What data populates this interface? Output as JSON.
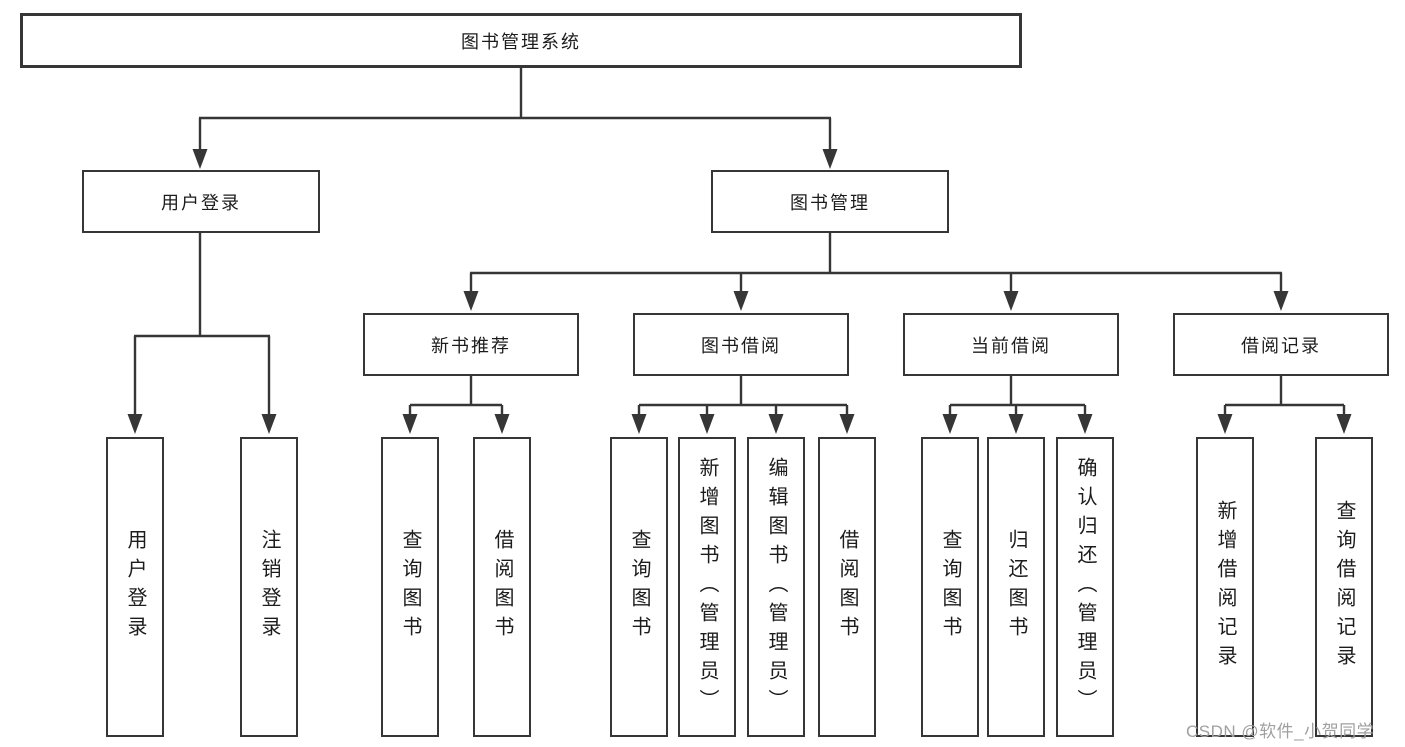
{
  "diagram": {
    "type": "hierarchy-tree",
    "tree": {
      "root": {
        "label": "图书管理系统"
      },
      "branches": [
        {
          "label": "用户登录",
          "children": [
            {
              "label": "用户登录"
            },
            {
              "label": "注销登录"
            }
          ]
        },
        {
          "label": "图书管理",
          "children": [
            {
              "label": "新书推荐",
              "children": [
                {
                  "label": "查询图书"
                },
                {
                  "label": "借阅图书"
                }
              ]
            },
            {
              "label": "图书借阅",
              "children": [
                {
                  "label": "查询图书"
                },
                {
                  "label": "新增图书（管理员）"
                },
                {
                  "label": "编辑图书（管理员）"
                },
                {
                  "label": "借阅图书"
                }
              ]
            },
            {
              "label": "当前借阅",
              "children": [
                {
                  "label": "查询图书"
                },
                {
                  "label": "归还图书"
                },
                {
                  "label": "确认归还（管理员）"
                }
              ]
            },
            {
              "label": "借阅记录",
              "children": [
                {
                  "label": "新增借阅记录"
                },
                {
                  "label": "查询借阅记录"
                }
              ]
            }
          ]
        }
      ]
    },
    "watermark": "CSDN @软件_小贺同学",
    "colors": {
      "line": "#363636",
      "box_border": "#363636",
      "text": "#1c1c1c",
      "watermark": "#a0a0a0",
      "background": "#ffffff"
    }
  }
}
